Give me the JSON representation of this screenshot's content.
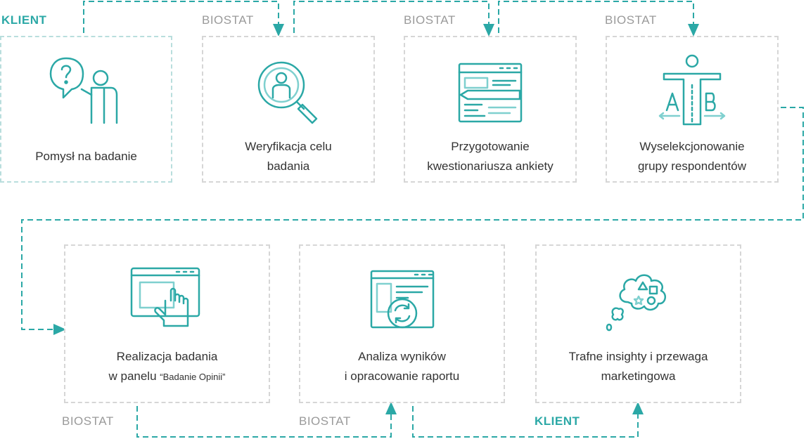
{
  "colors": {
    "accent": "#2ba8a6",
    "accent_light": "#7fd0cf",
    "border": "#d6d6d6",
    "text": "#333333",
    "label_gray": "#9a9a9a"
  },
  "roles": {
    "r1": "KLIENT",
    "r2": "BIOSTAT",
    "r3": "BIOSTAT",
    "r4": "BIOSTAT",
    "r5": "BIOSTAT",
    "r6": "BIOSTAT",
    "r7": "KLIENT"
  },
  "steps": [
    {
      "line1": "Pomysł na badanie",
      "line2": "",
      "icon": "idea-person-icon"
    },
    {
      "line1": "Weryfikacja celu",
      "line2": "badania",
      "icon": "magnifier-person-icon"
    },
    {
      "line1": "Przygotowanie",
      "line2": "kwestionariusza ankiety",
      "icon": "survey-form-icon"
    },
    {
      "line1": "Wyselekcjonowanie",
      "line2": "grupy respondentów",
      "icon": "ab-selection-icon"
    },
    {
      "line1": "Realizacja badania",
      "line2_prefix": "w panelu",
      "line2_suffix": "“Badanie Opinii”",
      "icon": "tablet-touch-icon"
    },
    {
      "line1": "Analiza wyników",
      "line2": "i opracowanie raportu",
      "icon": "report-analysis-icon"
    },
    {
      "line1": "Trafne insighty i przewaga",
      "line2": "marketingowa",
      "icon": "insight-cloud-icon"
    }
  ]
}
